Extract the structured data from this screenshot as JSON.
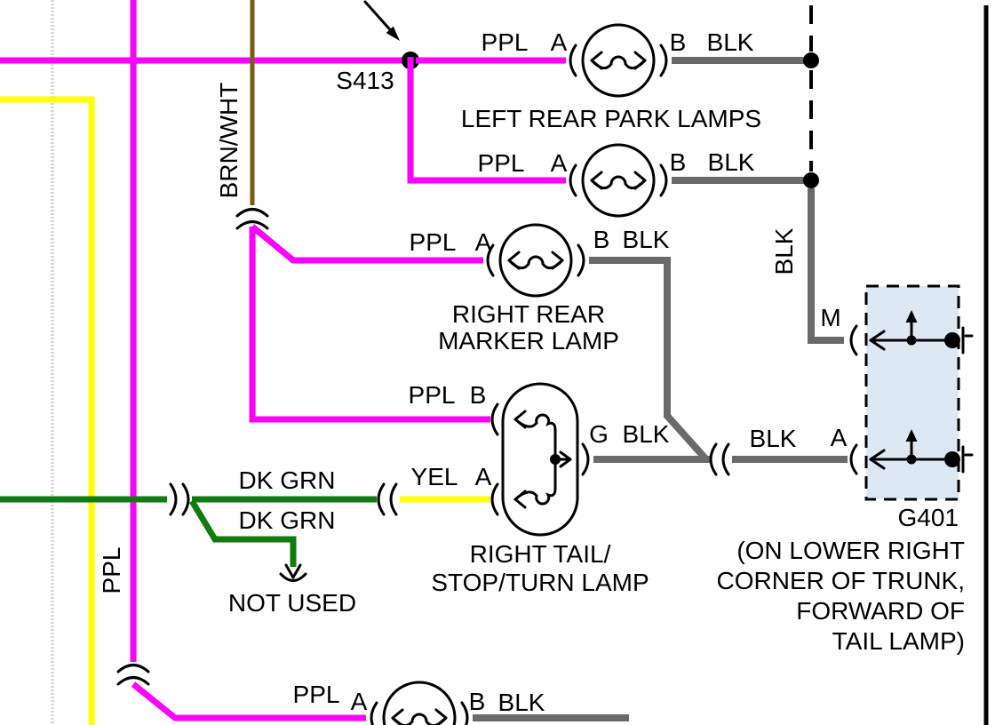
{
  "colors": {
    "ppl": "#ff00ff",
    "yel": "#ffff00",
    "dk_grn": "#0e7d0e",
    "blk_wire": "#6a6a6a",
    "brn_wht": "#7b5a14",
    "lt_gray": "#d8d8d8",
    "ground_fill": "#dce8f3"
  },
  "splice": {
    "label": "S413"
  },
  "left_park": {
    "name": "LEFT REAR PARK LAMPS",
    "row1": {
      "wire_in": "PPL",
      "term_in": "A",
      "term_out": "B",
      "wire_out": "BLK"
    },
    "row2": {
      "wire_in": "PPL",
      "term_in": "A",
      "term_out": "B",
      "wire_out": "BLK"
    }
  },
  "marker": {
    "name1": "RIGHT REAR",
    "name2": "MARKER LAMP",
    "wire_in": "PPL",
    "term_in": "A",
    "term_out": "B",
    "wire_out": "BLK"
  },
  "tail": {
    "name1": "RIGHT TAIL/",
    "name2": "STOP/TURN LAMP",
    "wire_b": "PPL",
    "term_b": "B",
    "wire_a": "YEL",
    "term_a": "A",
    "term_g": "G",
    "wire_g": "BLK"
  },
  "ground": {
    "label": "G401",
    "term_m": "M",
    "term_a": "A",
    "wire_mid": "BLK",
    "wire_vert": "BLK",
    "note1": "(ON LOWER RIGHT",
    "note2": "CORNER OF TRUNK,",
    "note3": "FORWARD OF",
    "note4": "TAIL LAMP)"
  },
  "feeds": {
    "brn_wht": "BRN/WHT",
    "ppl_vert": "PPL",
    "dk_grn_upper": "DK GRN",
    "dk_grn_lower": "DK GRN",
    "not_used": "NOT USED"
  },
  "bottom": {
    "wire_in": "PPL",
    "term_in": "A",
    "term_out": "B",
    "wire_out": "BLK"
  }
}
